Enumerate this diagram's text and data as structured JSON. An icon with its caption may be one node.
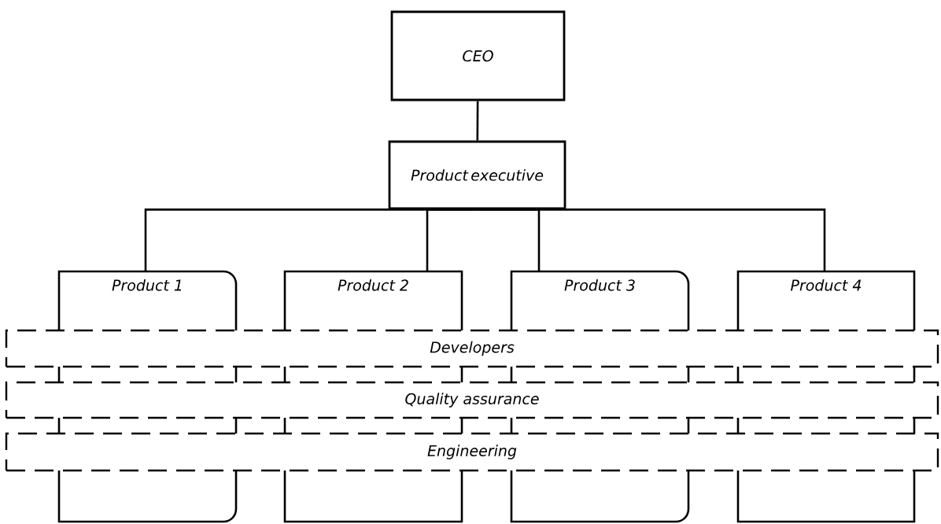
{
  "diagram": {
    "nodes": [
      {
        "text": [
          "CEO"
        ]
      },
      {
        "text": [
          "Product executive"
        ]
      },
      {
        "text": [
          "Product 1"
        ]
      },
      {
        "text": [
          "Product 2"
        ]
      },
      {
        "text": [
          "Product 3"
        ]
      },
      {
        "text": [
          "Product 4"
        ]
      },
      {
        "text": [
          "Developers"
        ]
      },
      {
        "text": [
          "Quality assurance"
        ]
      },
      {
        "text": [
          "Engineering"
        ]
      }
    ],
    "edges": [
      {
        "from": 0,
        "to": 1,
        "arrow": "none"
      },
      {
        "from": 1,
        "to": 2,
        "arrow": "none"
      },
      {
        "from": 1,
        "to": 3,
        "arrow": "none"
      },
      {
        "from": 1,
        "to": 4,
        "arrow": "none"
      },
      {
        "from": 1,
        "to": 5,
        "arrow": "none"
      }
    ]
  }
}
